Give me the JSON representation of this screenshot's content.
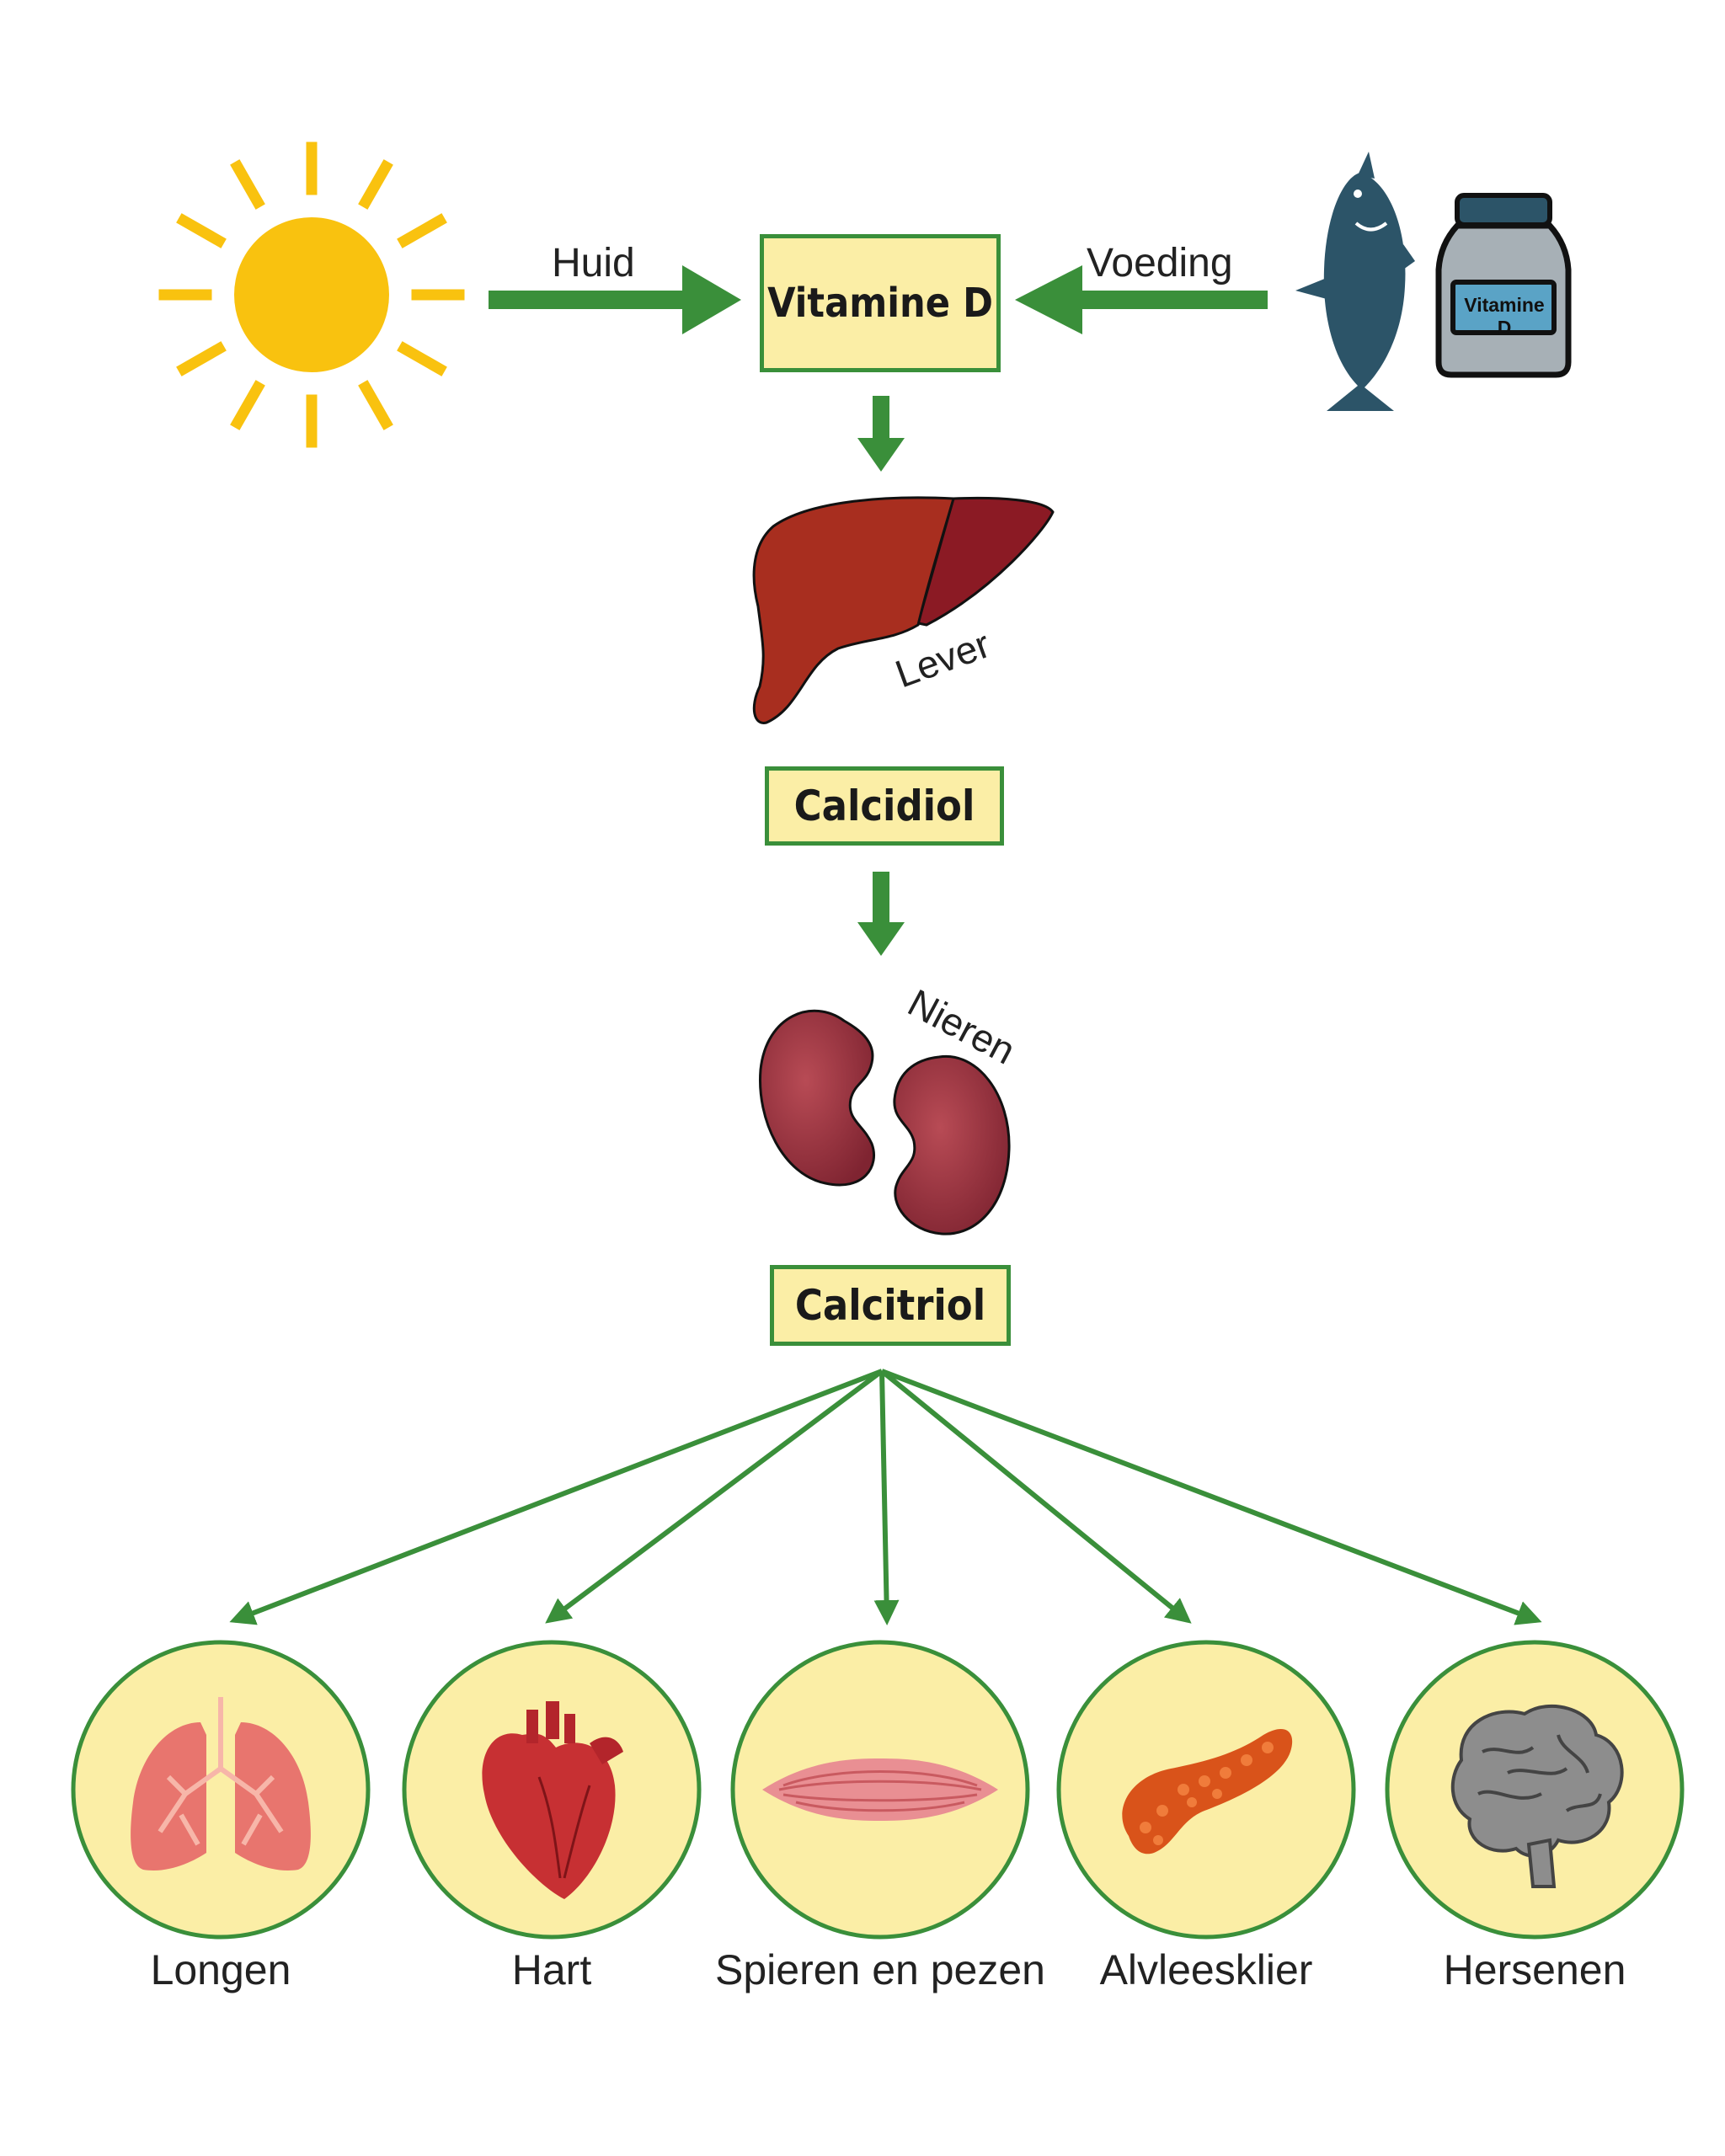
{
  "boxes": {
    "vitamin_d": "Vitamine D",
    "calcidiol": "Calcidiol",
    "calcitriol": "Calcitriol"
  },
  "sources": {
    "skin_label": "Huid",
    "food_label": "Voeding",
    "jar_label": "Vitamine D"
  },
  "organs": {
    "liver": "Lever",
    "kidneys": "Nieren"
  },
  "targets": [
    {
      "label": "Longen",
      "icon": "lungs-icon"
    },
    {
      "label": "Hart",
      "icon": "heart-icon"
    },
    {
      "label": "Spieren en pezen",
      "icon": "muscle-icon"
    },
    {
      "label": "Alvleesklier",
      "icon": "pancreas-icon"
    },
    {
      "label": "Hersenen",
      "icon": "brain-icon"
    }
  ],
  "colors": {
    "arrow_green": "#3a8f3a",
    "box_fill": "#fbeea6",
    "sun_yellow": "#f9c20f",
    "fish_blue": "#2c5468",
    "liver_red": "#a82e1f",
    "kidney_red": "#8a2a36"
  }
}
